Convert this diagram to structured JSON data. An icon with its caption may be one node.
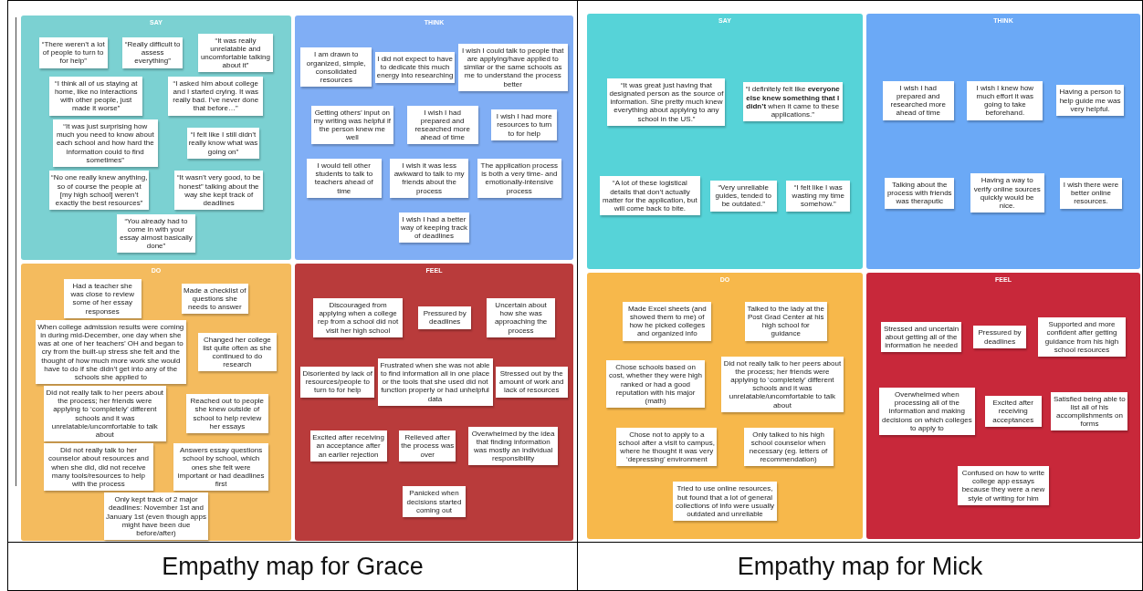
{
  "diagram": {
    "nodes": [
      {
        "text": [
          "Empathy map for Grace"
        ]
      },
      {
        "text": [
          "SAY"
        ],
        "in": 0
      },
      {
        "text": [
          "“There weren’t a lot of people to turn to for help”"
        ],
        "in": 1
      },
      {
        "text": [
          "“Really difficult to assess everything”"
        ],
        "in": 1
      },
      {
        "text": [
          "“It was really unrelatable and uncomfortable talking about it”"
        ],
        "in": 1
      },
      {
        "text": [
          "“I think all of us staying at home, like no interactions with other people, just made it worse”"
        ],
        "in": 1
      },
      {
        "text": [
          "“I asked him about college and I started crying. It was really bad. I’ve never done that before…”"
        ],
        "in": 1
      },
      {
        "text": [
          "“It was just surprising how much you need to know about each school and how hard the information could to find sometimes”"
        ],
        "in": 1
      },
      {
        "text": [
          "“I felt like I still didn’t really know what was going on”"
        ],
        "in": 1
      },
      {
        "text": [
          "“No one really knew anything, so of course the people at [my high school] weren’t exactly the best resources”"
        ],
        "in": 1
      },
      {
        "text": [
          "“It wasn’t very good, to be honest” talking about the way she kept track of deadlines"
        ],
        "in": 1
      },
      {
        "text": [
          "“You already had to come in with your essay almost basically done”"
        ],
        "in": 1
      },
      {
        "text": [
          "THINK"
        ],
        "in": 0
      },
      {
        "text": [
          "I am drawn to organized, simple, consolidated resources"
        ],
        "in": 12
      },
      {
        "text": [
          "I did not expect to have to dedicate this much energy into researching"
        ],
        "in": 12
      },
      {
        "text": [
          "I wish I could talk to people that are applying/have applied to similar or the same schools as me to understand the process better"
        ],
        "in": 12
      },
      {
        "text": [
          "Getting others’ input on my writing was helpful if the person knew me well"
        ],
        "in": 12
      },
      {
        "text": [
          "I wish I had prepared and researched more ahead of time"
        ],
        "in": 12
      },
      {
        "text": [
          "I wish I had more resources to turn to for help"
        ],
        "in": 12
      },
      {
        "text": [
          "I would tell other students to talk to teachers ahead of time"
        ],
        "in": 12
      },
      {
        "text": [
          "I wish it was less awkward to talk to my friends about the process"
        ],
        "in": 12
      },
      {
        "text": [
          "The application process is both a very time- and emotionally-intensive process"
        ],
        "in": 12
      },
      {
        "text": [
          "I wish I had a better way of keeping track of deadlines"
        ],
        "in": 12
      },
      {
        "text": [
          "DO"
        ],
        "in": 0
      },
      {
        "text": [
          "Had a teacher she was close to review some of her essay responses"
        ],
        "in": 23
      },
      {
        "text": [
          "Made a checklist of questions she needs to answer"
        ],
        "in": 23
      },
      {
        "text": [
          "When college admission results were coming in during mid-December, one day when she was at one of her teachers’ OH and began to cry from the built-up stress she felt and the thought of how much more work she would have to do if she didn’t get into any of the schools she applied to"
        ],
        "in": 23
      },
      {
        "text": [
          "Changed her college list quite often as she continued to do research"
        ],
        "in": 23
      },
      {
        "text": [
          "Did not really talk to her peers about the process; her friends were applying to ‘completely’ different schools and it was unrelatable/uncomfortable to talk about"
        ],
        "in": 23
      },
      {
        "text": [
          "Reached out to people she knew outside of school to help review her essays"
        ],
        "in": 23
      },
      {
        "text": [
          "Did not really talk to her counselor about resources and when she did, did not receive many tools/resources to help with the process"
        ],
        "in": 23
      },
      {
        "text": [
          "Answers essay questions school by school, which ones she felt were important or had deadlines first"
        ],
        "in": 23
      },
      {
        "text": [
          "Only kept track of 2 major deadlines: November 1st and January 1st (even though apps might have been due before/after)"
        ],
        "in": 23
      },
      {
        "text": [
          "FEEL"
        ],
        "in": 0
      },
      {
        "text": [
          "Discouraged from applying when a college rep from a school did not visit her high school"
        ],
        "in": 33
      },
      {
        "text": [
          "Pressured by deadlines"
        ],
        "in": 33
      },
      {
        "text": [
          "Uncertain about how she was approaching the process"
        ],
        "in": 33
      },
      {
        "text": [
          "Disoriented by lack of resources/people to turn to for help"
        ],
        "in": 33
      },
      {
        "text": [
          "Frustrated when she was not able to find information all in one place or the tools that she used did not function properly or had unhelpful data"
        ],
        "in": 33
      },
      {
        "text": [
          "Stressed out by the amount of work and lack of resources"
        ],
        "in": 33
      },
      {
        "text": [
          "Excited after receiving an acceptance after an earlier rejection"
        ],
        "in": 33
      },
      {
        "text": [
          "Relieved after the process was over"
        ],
        "in": 33
      },
      {
        "text": [
          "Overwhelmed by the idea that finding information was mostly an individual responsibility"
        ],
        "in": 33
      },
      {
        "text": [
          "Panicked when decisions started coming out"
        ],
        "in": 33
      },
      {
        "text": [
          "Empathy map for Mick"
        ]
      },
      {
        "text": [
          "SAY"
        ],
        "in": 44
      },
      {
        "text": [
          "“It was great just having that designated person as the source of information. She pretty much knew everything about applying to any school in the US.”"
        ],
        "in": 45
      },
      {
        "text": [
          "“I definitely felt like **everyone else knew something that I didn’t** when it came to these applications.”"
        ],
        "in": 45
      },
      {
        "text": [
          "“A lot of these logistical details that don’t actually matter for the application, but will come back to bite."
        ],
        "in": 45
      },
      {
        "text": [
          "“Very unreliable guides, tended to be outdated.”"
        ],
        "in": 45
      },
      {
        "text": [
          "“I felt like I was wasting my time somehow.”"
        ],
        "in": 45
      },
      {
        "text": [
          "THINK"
        ],
        "in": 44
      },
      {
        "text": [
          "I wish I had prepared and researched more ahead of time"
        ],
        "in": 51
      },
      {
        "text": [
          "I wish I knew how much effort it was going to take beforehand."
        ],
        "in": 51
      },
      {
        "text": [
          "Having a person to help guide me was very helpful."
        ],
        "in": 51
      },
      {
        "text": [
          "Talking about the process with friends was theraputic"
        ],
        "in": 51
      },
      {
        "text": [
          "Having a way to verify online sources quickly would be nice."
        ],
        "in": 51
      },
      {
        "text": [
          "I wish there were better online resources."
        ],
        "in": 51
      },
      {
        "text": [
          "DO"
        ],
        "in": 44
      },
      {
        "text": [
          "Made Excel sheets (and showed them to me) of how he picked colleges and organized info"
        ],
        "in": 58
      },
      {
        "text": [
          "Talked to the lady at the Post Grad Center at his high school for guidance"
        ],
        "in": 58
      },
      {
        "text": [
          "Chose schools based on cost, whether they were high ranked or had a good reputation with his major (math)"
        ],
        "in": 58
      },
      {
        "text": [
          "Did not really talk to her peers about the process; her friends were applying to ‘completely’ different schools and it was unrelatable/uncomfortable to talk about"
        ],
        "in": 58
      },
      {
        "text": [
          "Chose not to apply to a school after a visit to campus, where he thought it was very ‘depressing’ environment"
        ],
        "in": 58
      },
      {
        "text": [
          "Only talked to his high school counselor when necessary (eg. letters of recommendation)"
        ],
        "in": 58
      },
      {
        "text": [
          "Tried to use online resources, but found that a lot of general collections of info were usually outdated and unreliable"
        ],
        "in": 58
      },
      {
        "text": [
          "FEEL"
        ],
        "in": 44
      },
      {
        "text": [
          "Stressed and uncertain about getting all of the information he needed"
        ],
        "in": 66
      },
      {
        "text": [
          "Pressured by deadlines"
        ],
        "in": 66
      },
      {
        "text": [
          "Supported and more confident after getting guidance from his high school resources"
        ],
        "in": 66
      },
      {
        "text": [
          "Overwhelmed when processing all of the information and making decisions on which colleges to apply to"
        ],
        "in": 66
      },
      {
        "text": [
          "Excited after receiving acceptances"
        ],
        "in": 66
      },
      {
        "text": [
          "Satisfied being able to list all of his accomplishments on forms"
        ],
        "in": 66
      },
      {
        "text": [
          "Confused on how to write college app essays because they were a new style of writing for him"
        ],
        "in": 66
      }
    ]
  }
}
